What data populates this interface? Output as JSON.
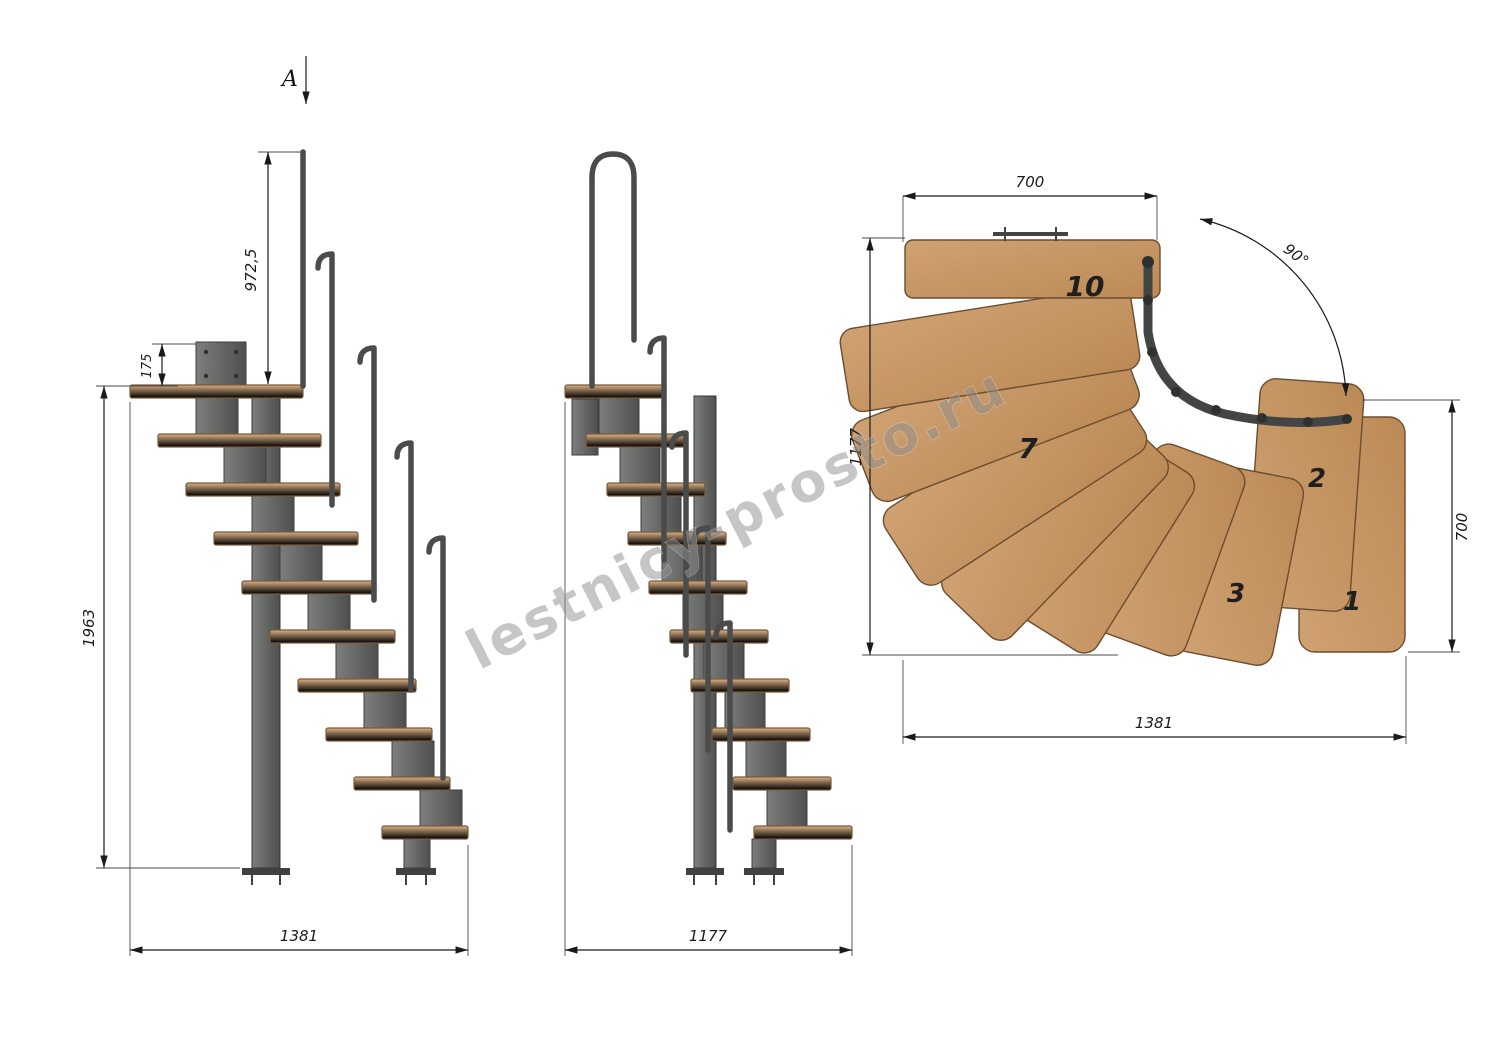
{
  "watermark": "lestnicy-prosto.ru",
  "section": {
    "label": "A"
  },
  "front_view": {
    "dim_rail_height": "972,5",
    "dim_plate": "175",
    "dim_total_height": "1963",
    "dim_width": "1381"
  },
  "side_view": {
    "dim_width": "1177"
  },
  "plan_view": {
    "dim_top": "700",
    "dim_angle": "90°",
    "dim_left": "1177",
    "dim_right": "700",
    "dim_bottom": "1381",
    "steps": {
      "s1": "1",
      "s2": "2",
      "s3": "3",
      "s7": "7",
      "s10": "10"
    }
  }
}
